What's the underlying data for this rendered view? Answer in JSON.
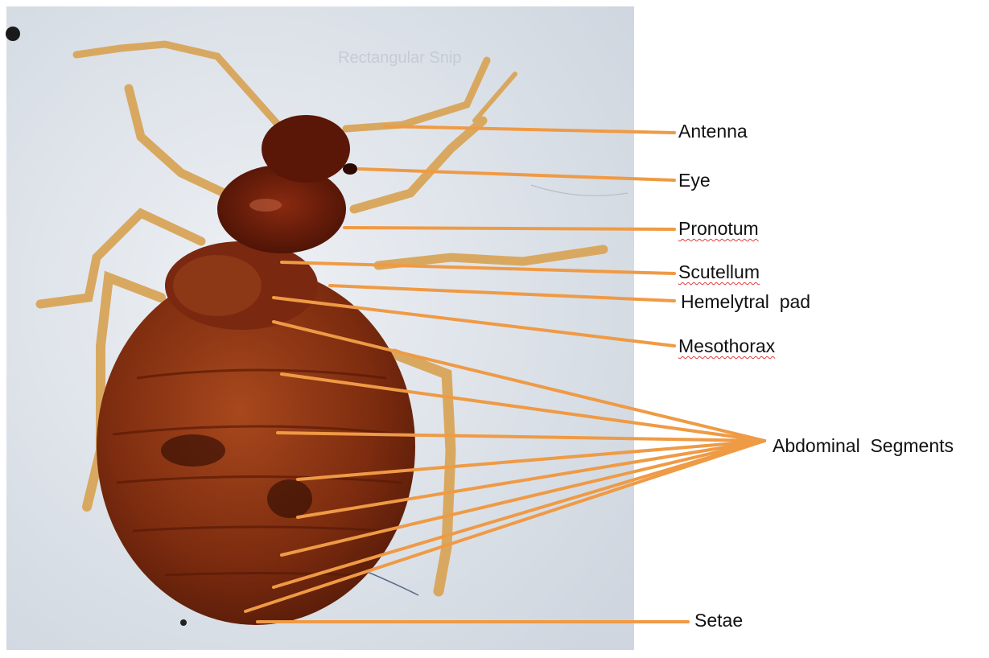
{
  "figure": {
    "subject": "bed bug, dorsal view",
    "labels": {
      "antenna": "Antenna",
      "eye": "Eye",
      "pronotum": "Pronotum",
      "scutellum": "Scutellum",
      "hemelytral_pad": "Hemelytral  pad",
      "mesothorax": "Mesothorax",
      "abdominal_segments": "Abdominal  Segments",
      "setae": "Setae"
    },
    "watermark": "Rectangular Snip"
  },
  "colors": {
    "leader_line": "#ef9a45",
    "background_photo": "#dfe4ea",
    "body": "#7a2a10",
    "legs": "#d9a860",
    "spellcheck_underline": "#e23b3b"
  }
}
